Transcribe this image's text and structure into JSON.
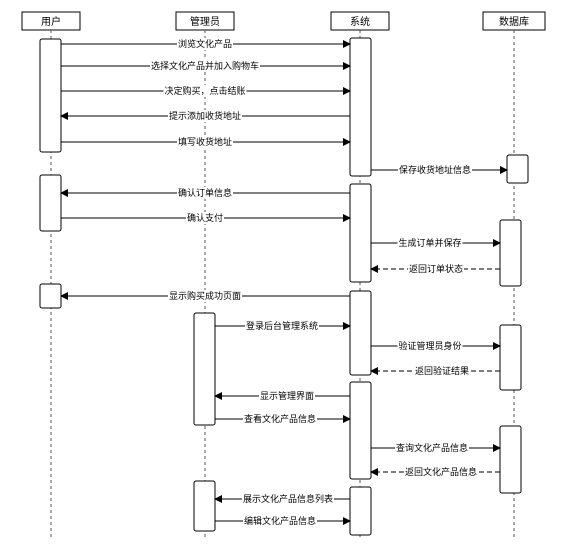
{
  "participants": [
    {
      "id": "user",
      "label": "用户"
    },
    {
      "id": "admin",
      "label": "管理员"
    },
    {
      "id": "system",
      "label": "系统"
    },
    {
      "id": "db",
      "label": "数据库"
    }
  ],
  "messages": [
    {
      "from": "user",
      "to": "system",
      "label": "浏览文化产品",
      "style": "solid"
    },
    {
      "from": "user",
      "to": "system",
      "label": "选择文化产品并加入购物车",
      "style": "solid"
    },
    {
      "from": "user",
      "to": "system",
      "label": "决定购买，点击结账",
      "style": "solid"
    },
    {
      "from": "system",
      "to": "user",
      "label": "提示添加收货地址",
      "style": "solid"
    },
    {
      "from": "user",
      "to": "system",
      "label": "填写收货地址",
      "style": "solid"
    },
    {
      "from": "system",
      "to": "db",
      "label": "保存收货地址信息",
      "style": "solid"
    },
    {
      "from": "system",
      "to": "user",
      "label": "确认订单信息",
      "style": "solid"
    },
    {
      "from": "user",
      "to": "system",
      "label": "确认支付",
      "style": "solid"
    },
    {
      "from": "system",
      "to": "db",
      "label": "生成订单并保存",
      "style": "solid"
    },
    {
      "from": "db",
      "to": "system",
      "label": "返回订单状态",
      "style": "dashed"
    },
    {
      "from": "system",
      "to": "user",
      "label": "显示购买成功页面",
      "style": "solid"
    },
    {
      "from": "admin",
      "to": "system",
      "label": "登录后台管理系统",
      "style": "solid"
    },
    {
      "from": "system",
      "to": "db",
      "label": "验证管理员身份",
      "style": "solid"
    },
    {
      "from": "db",
      "to": "system",
      "label": "返回验证结果",
      "style": "dashed"
    },
    {
      "from": "system",
      "to": "admin",
      "label": "显示管理界面",
      "style": "solid"
    },
    {
      "from": "admin",
      "to": "system",
      "label": "查看文化产品信息",
      "style": "solid"
    },
    {
      "from": "system",
      "to": "db",
      "label": "查询文化产品信息",
      "style": "solid"
    },
    {
      "from": "db",
      "to": "system",
      "label": "返回文化产品信息",
      "style": "dashed"
    },
    {
      "from": "system",
      "to": "admin",
      "label": "展示文化产品信息列表",
      "style": "solid"
    },
    {
      "from": "admin",
      "to": "system",
      "label": "编辑文化产品信息",
      "style": "solid"
    }
  ]
}
